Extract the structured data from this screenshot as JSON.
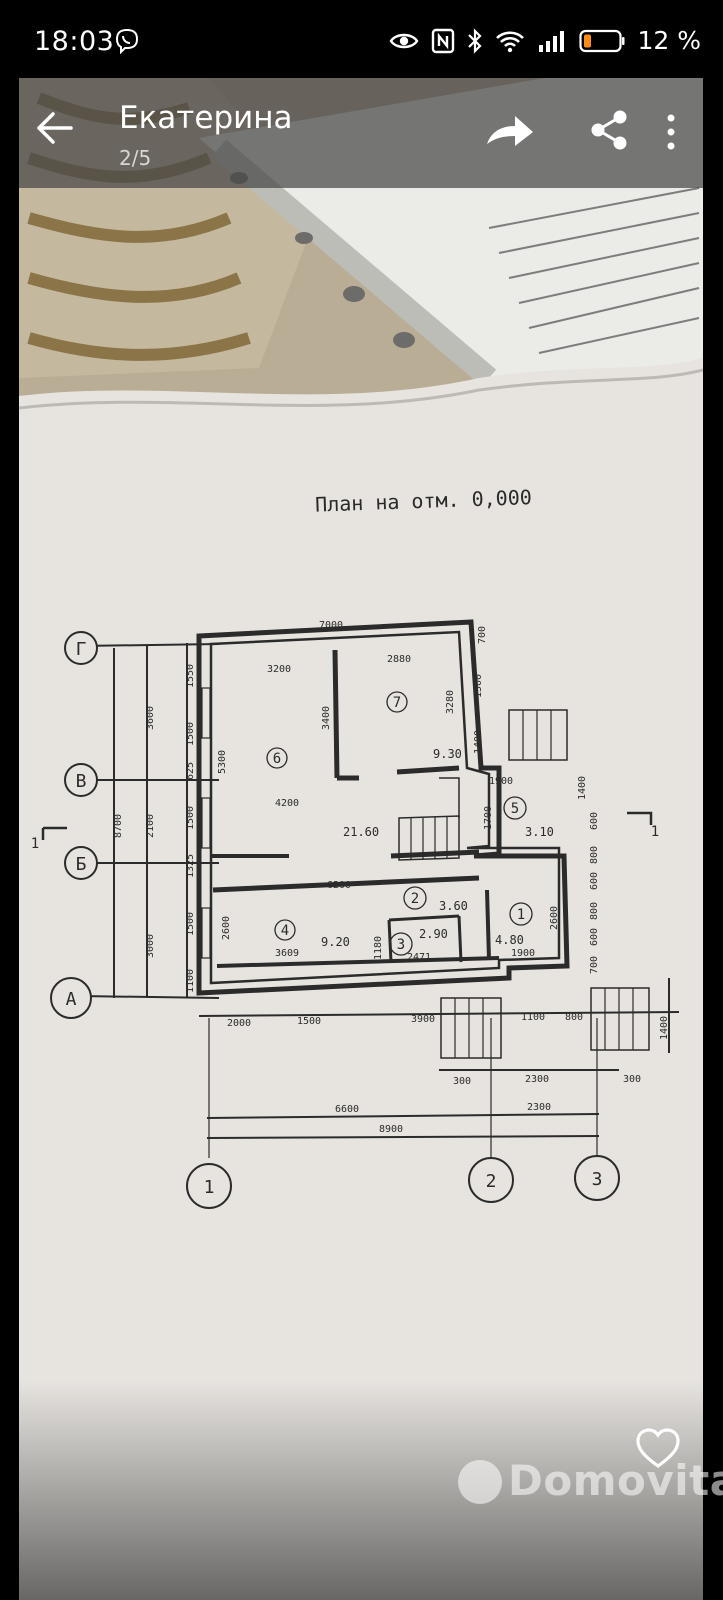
{
  "status_bar": {
    "time": "18:03",
    "battery_percent": "12 %",
    "icons": [
      "viber-icon",
      "eye-icon",
      "nfc-icon",
      "bluetooth-icon",
      "wifi-icon",
      "signal-icon",
      "battery-icon"
    ],
    "battery_color": "#ff8c1a"
  },
  "header": {
    "title": "Екатерина",
    "counter": "2/5",
    "icons": [
      "back-arrow-icon",
      "forward-icon",
      "share-icon",
      "more-vertical-icon"
    ]
  },
  "plan": {
    "title": "План на отм. 0,000",
    "axes_rows": [
      "Г",
      "В",
      "Б",
      "А"
    ],
    "axes_cols": [
      "1",
      "2",
      "3"
    ],
    "section_mark": "1",
    "rooms": [
      "6",
      "7",
      "5",
      "2",
      "1",
      "4",
      "3"
    ],
    "areas": [
      "21.60",
      "9.30",
      "3.10",
      "3.60",
      "4.80",
      "9.20",
      "2.90"
    ],
    "dims": {
      "top": "7000",
      "d3200": "3200",
      "d2880": "2880",
      "d700": "700",
      "d1550": "1550",
      "d3600": "3600",
      "d1500a": "1500",
      "d625": "625",
      "d8700": "8700",
      "d2100": "2100",
      "d1500b": "1500",
      "d1325": "1325",
      "d3000": "3000",
      "d1500c": "1500",
      "d1100": "1100",
      "d5300": "5300",
      "d3400": "3400",
      "d3280": "3280",
      "d1500r": "1500",
      "d1400r": "1400",
      "d1900a": "1900",
      "d1700": "1700",
      "d1400b": "1400",
      "d600a": "600",
      "d800a": "800",
      "d600b": "600",
      "d800b": "800",
      "d600c": "600",
      "d700b": "700",
      "d4200": "4200",
      "d6200": "6200",
      "d2600a": "2600",
      "d3609": "3609",
      "d1180": "1180",
      "d2471": "2471",
      "d2600b": "2600",
      "d1900b": "1900",
      "b2000": "2000",
      "b1500": "1500",
      "b3900": "3900",
      "b1100": "1100",
      "b800": "800",
      "b1400": "1400",
      "b300a": "300",
      "b2300": "2300",
      "b300b": "300",
      "b6600": "6600",
      "b2300b": "2300",
      "b8900": "8900"
    }
  },
  "watermark": {
    "text": "Domovita"
  }
}
